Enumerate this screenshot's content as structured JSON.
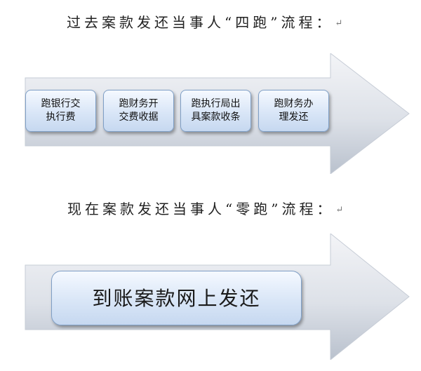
{
  "before": {
    "caption": "过去案款发还当事人“四跑”流程：",
    "steps": [
      {
        "line1": "跑银行交",
        "line2": "执行费"
      },
      {
        "line1": "跑财务开",
        "line2": "交费收据"
      },
      {
        "line1": "跑执行局出",
        "line2": "具案款收条"
      },
      {
        "line1": "跑财务办",
        "line2": "理发还"
      }
    ]
  },
  "after": {
    "caption": "现在案款发还当事人“零跑”流程：",
    "step": "到账案款网上发还"
  },
  "paragraph_mark": "↵",
  "colors": {
    "arrow_light": "#eef0f4",
    "arrow_dark": "#b9c1cd",
    "box_top": "#f5f9ff",
    "box_bottom": "#c6d8f0",
    "box_border": "#7f9fc6"
  }
}
